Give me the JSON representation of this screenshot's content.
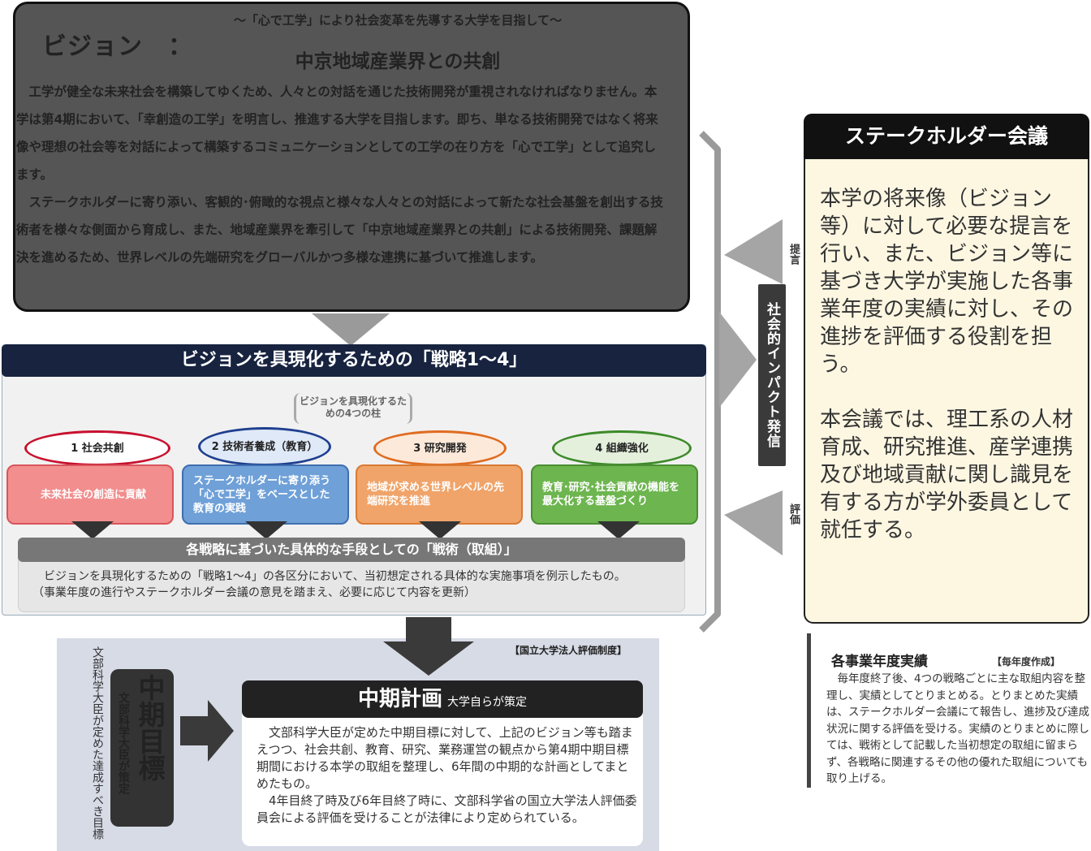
{
  "vision": {
    "label": "ビジョン　：",
    "subtitle": "～「心で工学」により社会変革を先導する大学を目指して～",
    "title": "中京地域産業界との共創",
    "paragraphs": [
      "工学が健全な未来社会を構築してゆくため、人々との対話を通じた技術開発が重視されなければなりません。本学は第4期において、「幸創造の工学」を明言し、推進する大学を目指します。即ち、単なる技術開発ではなく将来像や理想の社会等を対話によって構築するコミュニケーションとしての工学の在り方を「心で工学」として追究します。",
      "ステークホルダーに寄り添い、客観的･俯瞰的な視点と様々な人々との対話によって新たな社会基盤を創出する技術者を様々な側面から育成し、また、地域産業界を牽引して「中京地域産業界との共創」による技術開発、課題解決を進めるため、世界レベルの先端研究をグローバルかつ多様な連携に基づいて推進します。"
    ]
  },
  "strategy": {
    "title": "ビジョンを具現化するための「戦略1～4」",
    "pillar_note": "ビジョンを具現化するための4つの柱",
    "pillars": [
      {
        "label": "1 社会共創",
        "desc": "未来社会の創造に貢献",
        "border": "#c8102e",
        "fill": "#f28e8e"
      },
      {
        "label": "2 技術者養成（教育）",
        "desc": "ステークホルダーに寄り添う「心で工学」をベースとした教育の実践",
        "border": "#1f3f8f",
        "fill": "#6fa0d8"
      },
      {
        "label": "3 研究開発",
        "desc": "地域が求める世界レベルの先端研究を推進",
        "border": "#e06b1f",
        "fill": "#f0a46a"
      },
      {
        "label": "4 組織強化",
        "desc": "教育･研究･社会貢献の機能を最大化する基盤づくり",
        "border": "#3d8a2a",
        "fill": "#6db54f"
      }
    ],
    "tactic_title": "各戦略に基づいた具体的な手段としての「戦術（取組）」",
    "tactic_line1": "ビジョンを具現化するための「戦略1～4」の各区分において、当初想定される具体的な実施事項を例示したもの。",
    "tactic_line2": "（事業年度の進行やステークホルダー会議の意見を踏まえ、必要に応じて内容を更新）"
  },
  "impact": {
    "label": "社会的インパクト発信",
    "propose": "提言",
    "evaluate": "評価"
  },
  "stakeholder": {
    "title": "ステークホルダー会議",
    "para1": "本学の将来像（ビジョン等）に対して必要な提言を行い、また、ビジョン等に基づき大学が実施した各事業年度の実績に対し、その進捗を評価する役割を担う。",
    "para2": "本会議では、理工系の人材育成、研究推進、産学連携及び地域貢献に関し識見を有する方が学外委員として就任する。"
  },
  "annual": {
    "title": "各事業年度実績",
    "tag": "【毎年度作成】",
    "body": "毎年度終了後、4つの戦略ごとに主な取組内容を整理し、実績としてとりまとめる。とりまとめた実績は、ステークホルダー会議にて報告し、進捗及び達成状況に関する評価を受ける。実績のとりまとめに際しては、戦術として記載した当初想定の取組に留まらず、各戦略に関連するその他の優れた取組についても取り上げる。"
  },
  "lower": {
    "eval_note": "【国立大学法人評価制度】",
    "minister_goal": "文部科学大臣が定めた達成すべき目標",
    "mid_goal_title": "中期目標",
    "mid_goal_sub": "文部科学大臣が策定",
    "plan_title": "中期計画",
    "plan_sub": "大学自らが策定",
    "plan_para1": "文部科学大臣が定めた中期目標に対して、上記のビジョン等も踏まえつつ、社会共創、教育、研究、業務運営の観点から第4期中期目標期間における本学の取組を整理し、6年間の中期的な計画としてまとめたもの。",
    "plan_para2": "4年目終了時及び6年目終了時に、文部科学省の国立大学法人評価委員会による評価を受けることが法律により定められている。"
  }
}
